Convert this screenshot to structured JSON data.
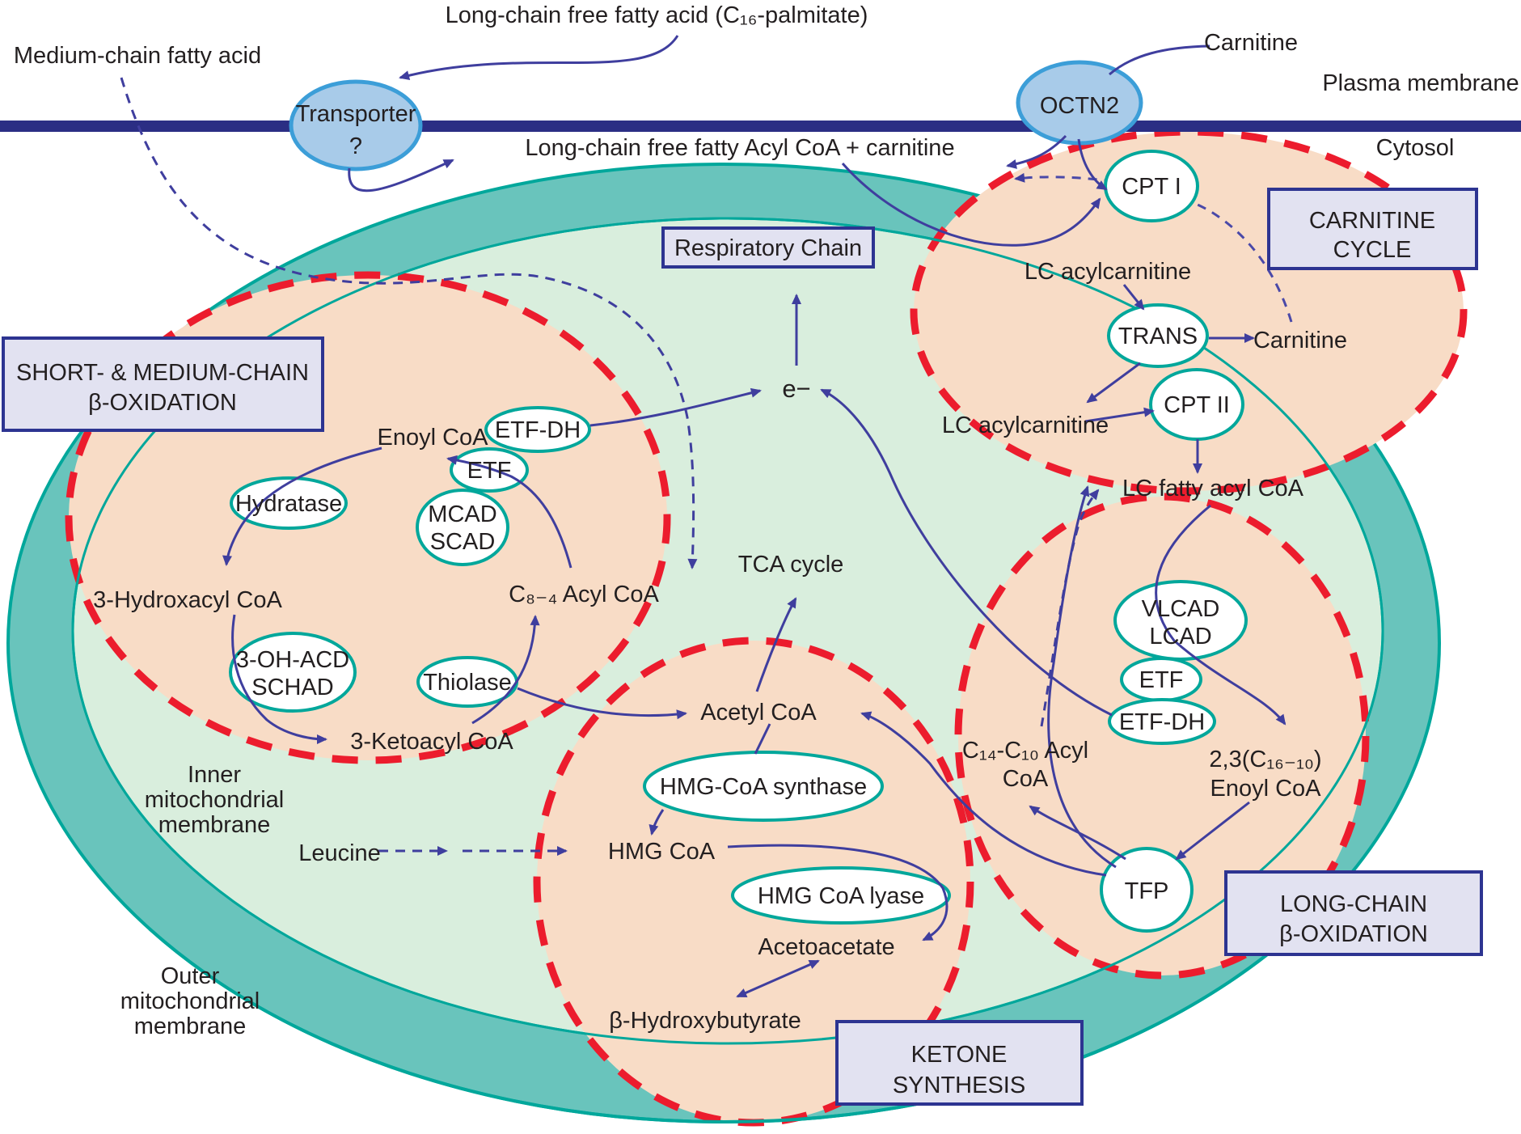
{
  "colors": {
    "membrane_navy": "#2b2e84",
    "arrow_indigo": "#3f3e9e",
    "teal_band": "#69c4bc",
    "teal_line": "#00a79b",
    "matrix_green": "#d9eedd",
    "circle_peach": "#f8dcc6",
    "dashed_red": "#ec1c2d",
    "label_box_fill": "#e2e2f1",
    "label_box_border": "#2d3491",
    "transporter_blue": "#a8cbe9",
    "transporter_border": "#3c9ed8",
    "text_dark": "#231f20"
  },
  "top": {
    "lcfa_label": "Long-chain free fatty acid (C₁₆-palmitate)",
    "mcfa_label": "Medium-chain fatty acid",
    "carnitine_label": "Carnitine",
    "plasma_membrane_label": "Plasma membrane",
    "cytosol_label": "Cytosol",
    "acylcoa_carnitine_label": "Long-chain free fatty Acyl CoA + carnitine",
    "transporter_line1": "Transporter",
    "transporter_line2": "?",
    "octn2": "OCTN2"
  },
  "matrix": {
    "respiratory_chain": "Respiratory Chain",
    "electron": "e−",
    "tca": "TCA cycle"
  },
  "boxes": {
    "carnitine1": "CARNITINE",
    "carnitine2": "CYCLE",
    "short1": "SHORT- & MEDIUM-CHAIN",
    "short2": "β-OXIDATION",
    "long1": "LONG-CHAIN",
    "long2": "β-OXIDATION",
    "ketone1": "KETONE",
    "ketone2": "SYNTHESIS"
  },
  "carnitine_cycle": {
    "cpt1": "CPT I",
    "trans": "TRANS",
    "cpt2": "CPT II",
    "lc_acylcarnitine_upper": "LC acylcarnitine",
    "carnitine_right": "Carnitine",
    "lc_acylcarnitine_lower": "LC acylcarnitine",
    "lc_fatty_acyl_coa": "LC fatty acyl CoA"
  },
  "short_medium": {
    "enoyl_coa": "Enoyl CoA",
    "etf_dh": "ETF-DH",
    "etf": "ETF",
    "mcad": "MCAD",
    "scad": "SCAD",
    "hydratase": "Hydratase",
    "hydroxacyl": "3-Hydroxacyl CoA",
    "oh_acd": "3-OH-ACD",
    "schad": "SCHAD",
    "ketoacyl": "3-Ketoacyl CoA",
    "c84_acyl": "C₈₋₄ Acyl CoA",
    "thiolase": "Thiolase"
  },
  "long_chain": {
    "vlcad": "VLCAD",
    "lcad": "LCAD",
    "etf": "ETF",
    "etf_dh": "ETF-DH",
    "c14_line1": "C₁₄-C₁₀ Acyl",
    "c14_line2": "CoA",
    "enoyl_line1": "2,3(C₁₆₋₁₀)",
    "enoyl_line2": "Enoyl CoA",
    "tfp": "TFP"
  },
  "ketone": {
    "acetyl_coa": "Acetyl CoA",
    "hmg_synthase": "HMG-CoA synthase",
    "hmg_coa": "HMG CoA",
    "leucine": "Leucine",
    "hmg_lyase": "HMG CoA lyase",
    "acetoacetate": "Acetoacetate",
    "bhb": "β-Hydroxybutyrate"
  },
  "membranes": {
    "inner1": "Inner",
    "inner2": "mitochondrial",
    "inner3": "membrane",
    "outer1": "Outer",
    "outer2": "mitochondrial",
    "outer3": "membrane"
  }
}
